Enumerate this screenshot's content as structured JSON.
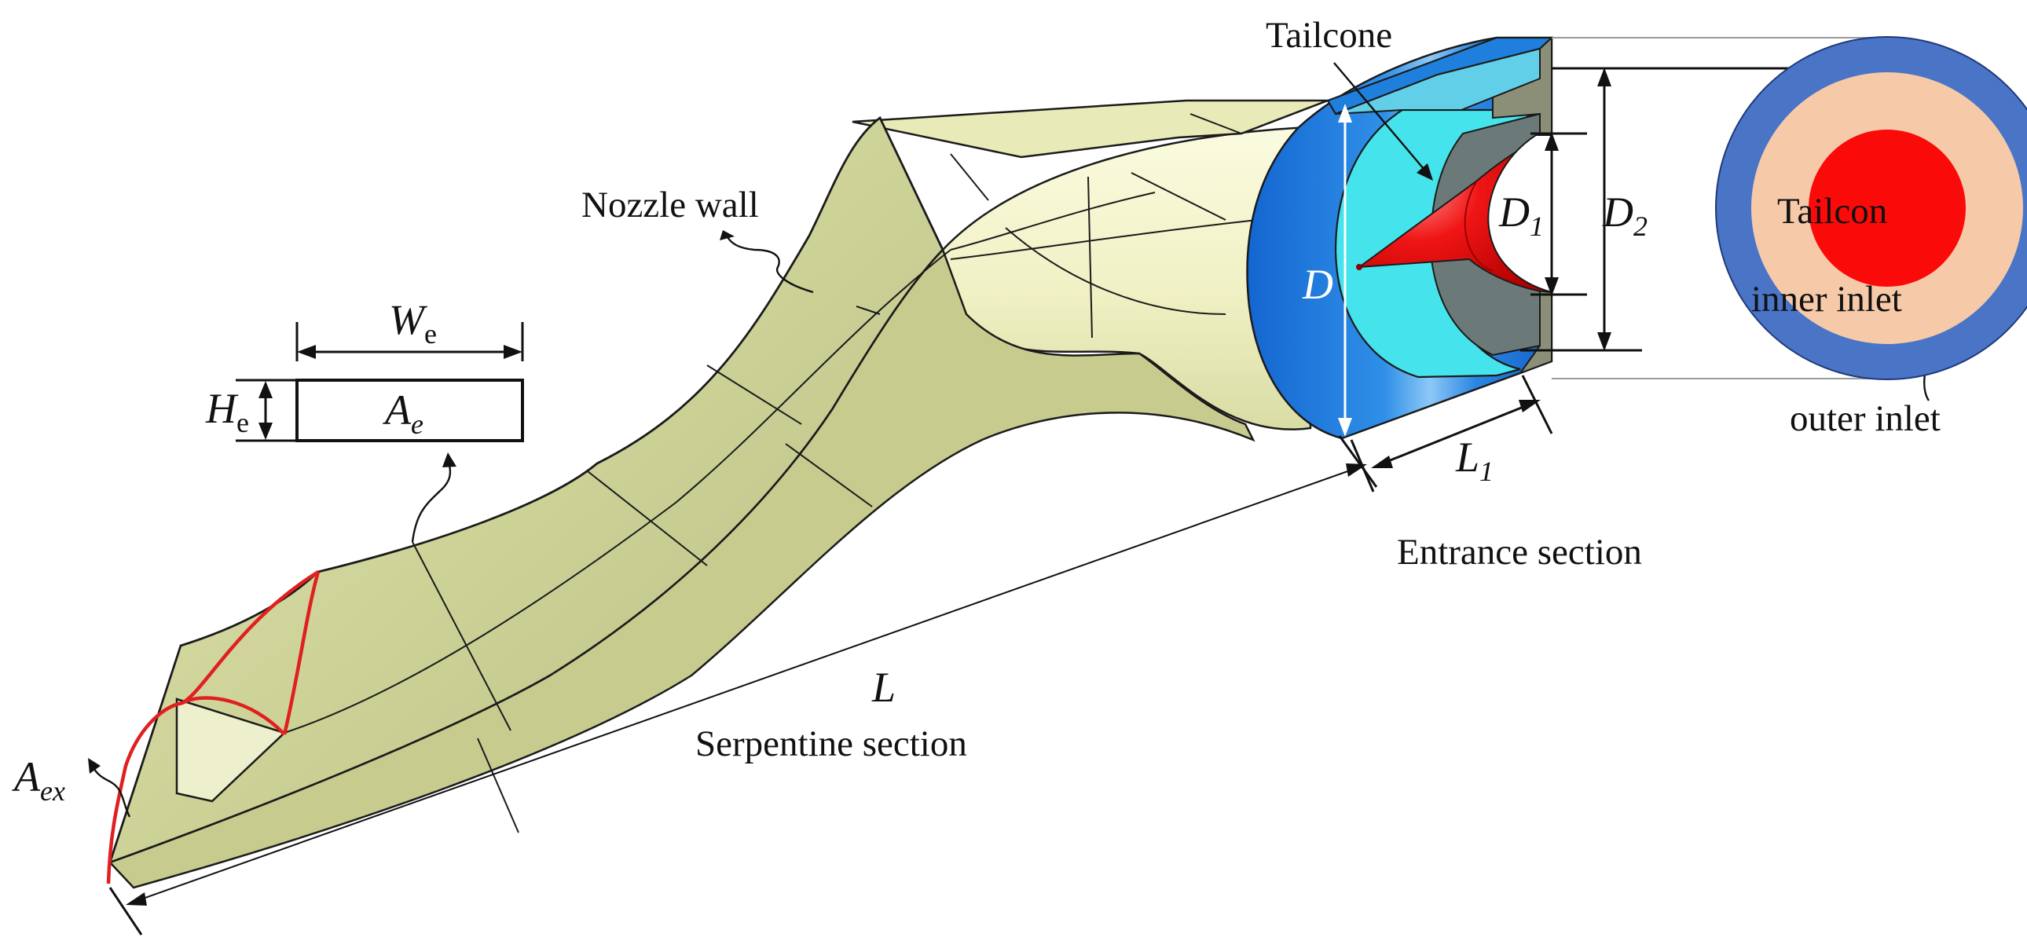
{
  "labels": {
    "tailcone": "Tailcone",
    "nozzle_wall": "Nozzle wall",
    "entrance_section": "Entrance section",
    "serpentine_section": "Serpentine section",
    "outer_inlet": "outer inlet",
    "inner_inlet": "inner inlet",
    "tailcon_center": "Tailcon"
  },
  "symbols": {
    "W_e": {
      "base": "W",
      "sub": "e"
    },
    "H_e": {
      "base": "H",
      "sub": "e"
    },
    "A_e": {
      "base": "A",
      "sub": "e"
    },
    "A_ex": {
      "base": "A",
      "sub": "ex"
    },
    "D": {
      "base": "D"
    },
    "D1": {
      "base": "D",
      "sub": "1"
    },
    "D2": {
      "base": "D",
      "sub": "2"
    },
    "L1": {
      "base": "L",
      "sub": "1"
    },
    "L": {
      "base": "L"
    }
  },
  "colors": {
    "nozzle_wall": "#d6dba0",
    "nozzle_wall_light": "#f6f6cf",
    "nozzle_wall_dark": "#aab27a",
    "entrance_blue": "#1a78dc",
    "entrance_blue_light": "#6fb6f2",
    "inner_cyan": "#3ee6ee",
    "tailcone_red": "#ee1111",
    "exit_edge_red": "#e02020",
    "outer_inlet_ring": "#4a74c6",
    "inner_inlet_ring": "#f6c9a9",
    "tailcone_disc": "#fb0a0a"
  }
}
